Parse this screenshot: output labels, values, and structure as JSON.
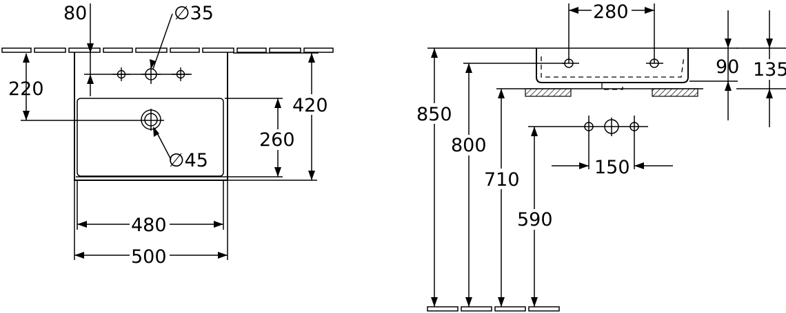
{
  "front_view": {
    "dim_tap_offset": "80",
    "dim_tap_hole": "∅35",
    "dim_tap_height": "220",
    "dim_total_depth": "420",
    "dim_bowl_depth": "260",
    "dim_waste_hole": "∅45",
    "dim_bowl_width": "480",
    "dim_total_width": "500"
  },
  "side_view": {
    "dim_tap_spacing": "280",
    "dim_rim_90": "90",
    "dim_rim_135": "135",
    "dim_height_850": "850",
    "dim_height_800": "800",
    "dim_height_710": "710",
    "dim_height_590": "590",
    "dim_supply_spacing": "150"
  },
  "colors": {
    "ink": "#000000",
    "paper": "#ffffff"
  }
}
